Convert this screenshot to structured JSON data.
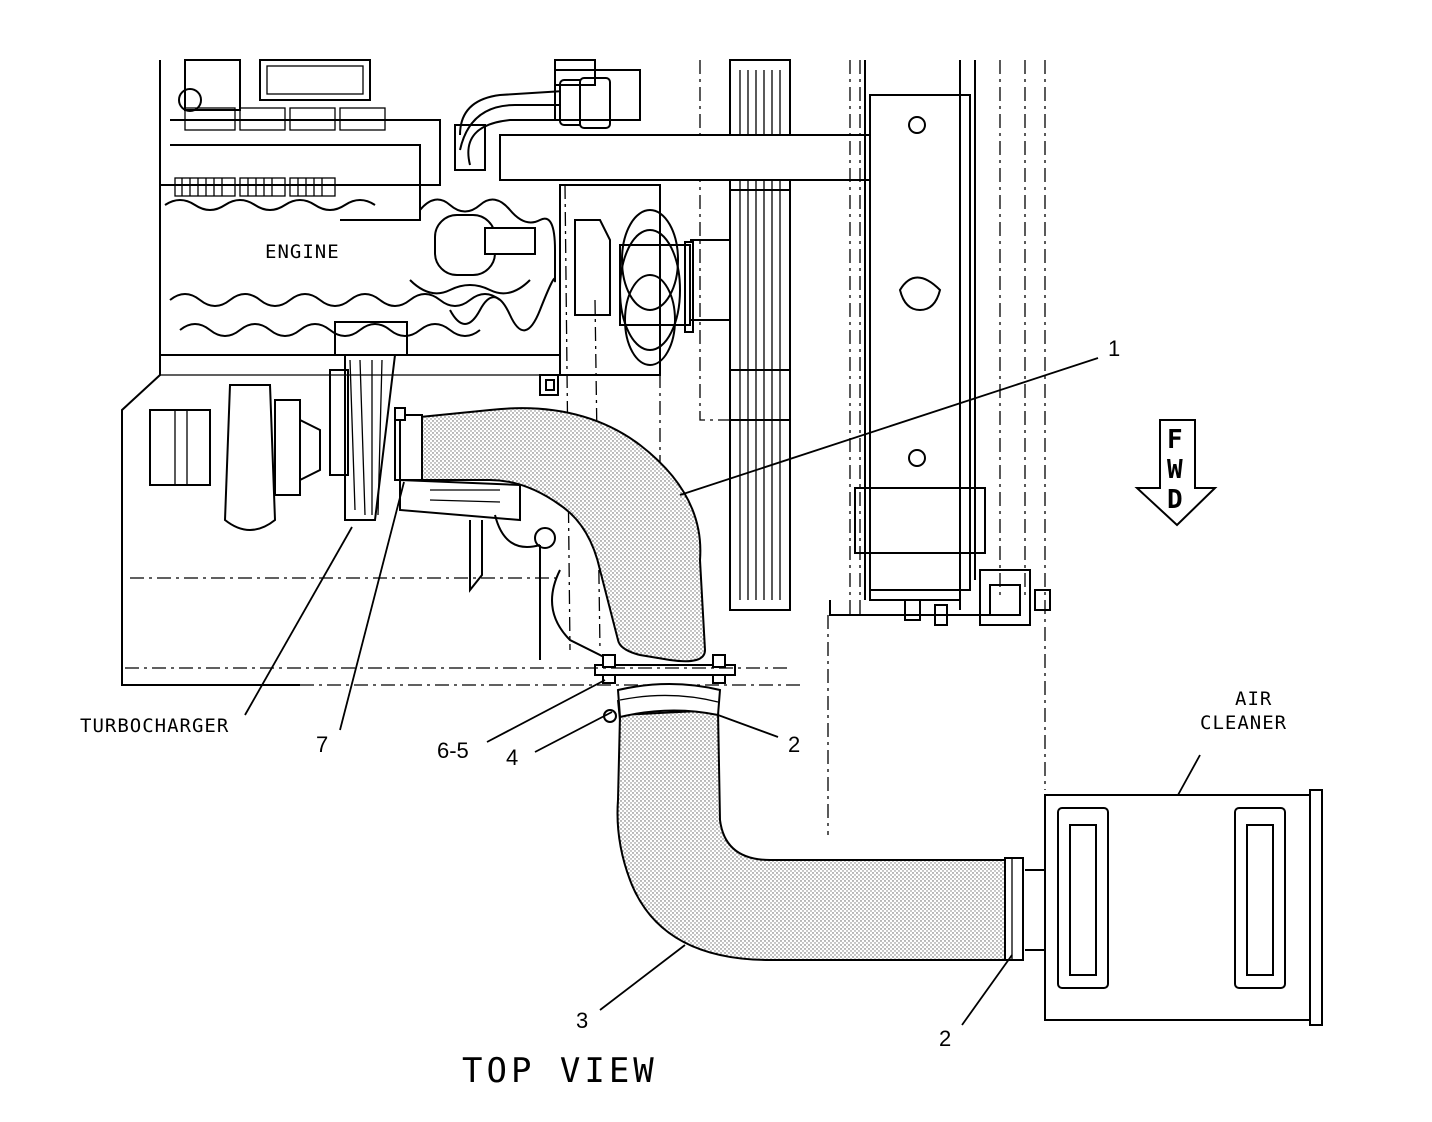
{
  "view_title": "TOP VIEW",
  "direction_arrow": {
    "label_letters": [
      "F",
      "W",
      "D"
    ]
  },
  "component_labels": {
    "engine": "ENGINE",
    "turbocharger": "TURBOCHARGER",
    "air_cleaner_line1": "AIR",
    "air_cleaner_line2": "CLEANER"
  },
  "callouts": {
    "c1": "1",
    "c2_clamp_upper": "2",
    "c2_clamp_lower": "2",
    "c3": "3",
    "c4": "4",
    "c6_5": "6-5",
    "c7": "7"
  }
}
